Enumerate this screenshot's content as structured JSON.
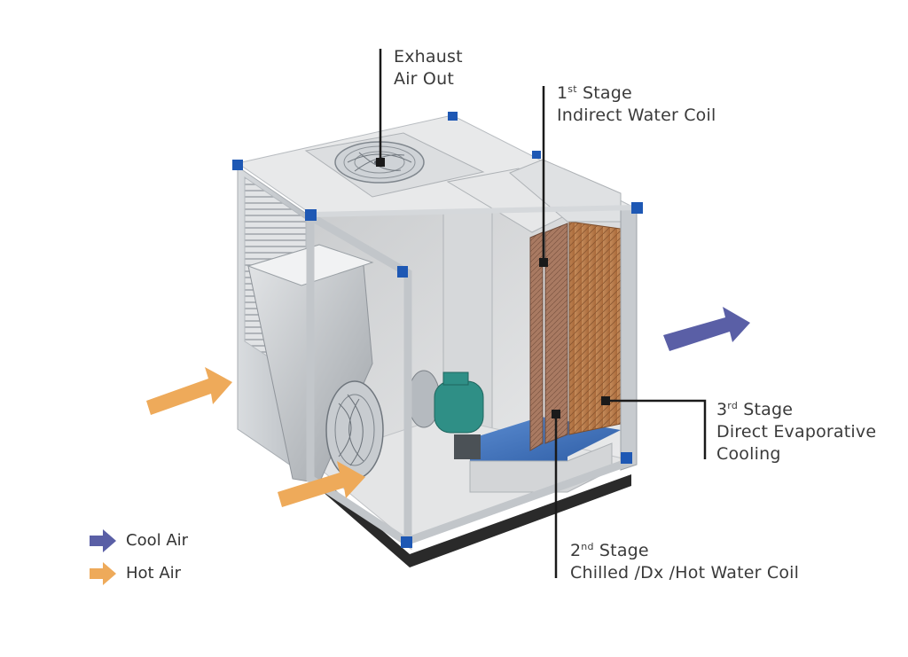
{
  "labels": {
    "exhaust": {
      "line1": "Exhaust",
      "line2": "Air Out"
    },
    "stage1": {
      "num": "1",
      "sup": "st",
      "word": "Stage",
      "line2": "Indirect Water Coil"
    },
    "stage2": {
      "num": "2",
      "sup": "nd",
      "word": "Stage",
      "line2": "Chilled /Dx /Hot Water Coil"
    },
    "stage3": {
      "num": "3",
      "sup": "rd",
      "word": "Stage",
      "line2": "Direct Evaporative",
      "line3": "Cooling"
    }
  },
  "legend": [
    {
      "label": "Cool Air",
      "color": "#5a5fa6",
      "icon": "arrow-right-icon"
    },
    {
      "label": "Hot Air",
      "color": "#eeaa5a",
      "icon": "arrow-right-icon"
    }
  ],
  "colors": {
    "cool_air": "#5a5fa6",
    "hot_air": "#eeaa5a",
    "frame": "#c9cdd1",
    "corner": "#1e58b4",
    "water": "#3f73b8",
    "motor": "#2f8f86",
    "pad": "#b67a48"
  }
}
